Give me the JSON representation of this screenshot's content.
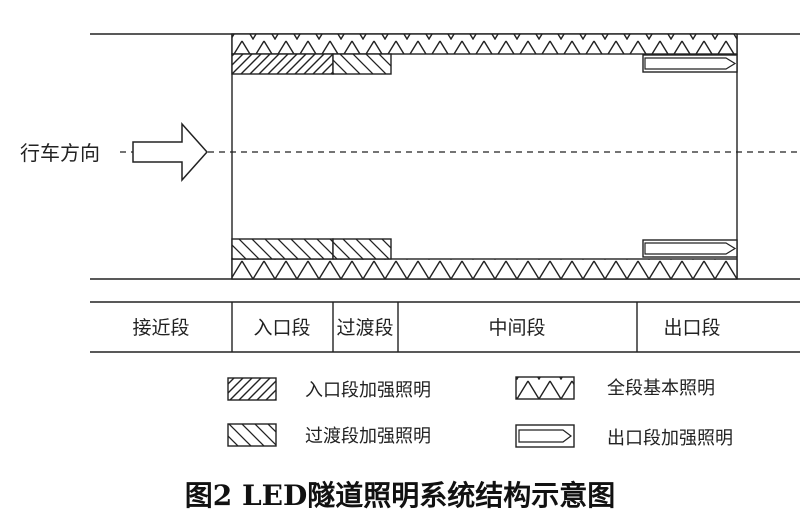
{
  "diagram": {
    "direction_label": "行车方向",
    "sections": [
      "接近段",
      "入口段",
      "过渡段",
      "中间段",
      "出口段"
    ],
    "legend": [
      {
        "pattern": "dense-diagonal",
        "label": "入口段加强照明"
      },
      {
        "pattern": "zigzag",
        "label": "全段基本照明"
      },
      {
        "pattern": "sparse-diagonal",
        "label": "过渡段加强照明"
      },
      {
        "pattern": "arrow-band",
        "label": "出口段加强照明"
      }
    ],
    "caption": "图2 LED隧道照明系统结构示意图"
  }
}
